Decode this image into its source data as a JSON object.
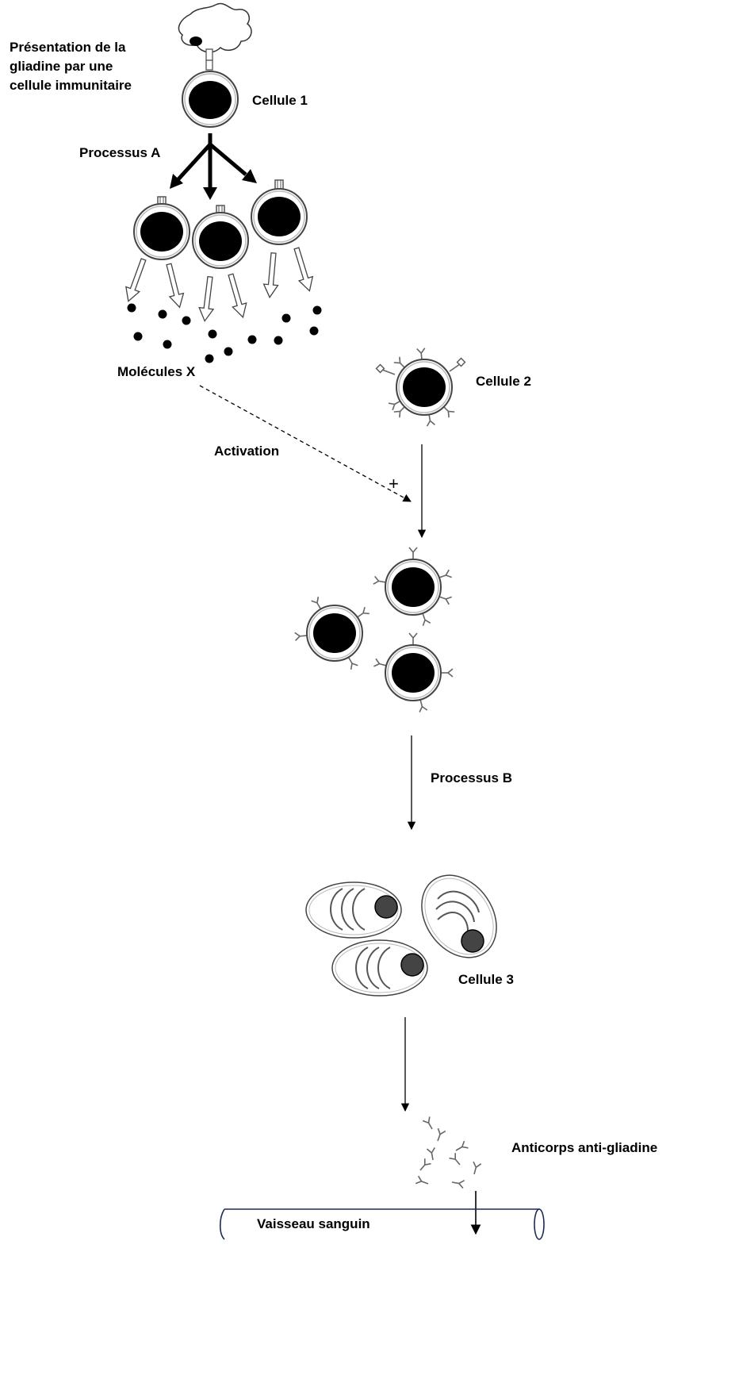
{
  "labels": {
    "presentation": "Présentation de la\ngliadine par une\ncellule immunitaire",
    "cell1": "Cellule 1",
    "process_a": "Processus A",
    "molecules_x": "Molécules X",
    "cell2": "Cellule 2",
    "activation": "Activation",
    "plus": "+",
    "process_b": "Processus B",
    "cell3": "Cellule 3",
    "antibodies": "Anticorps anti-gliadine",
    "vessel": "Vaisseau sanguin"
  }
}
